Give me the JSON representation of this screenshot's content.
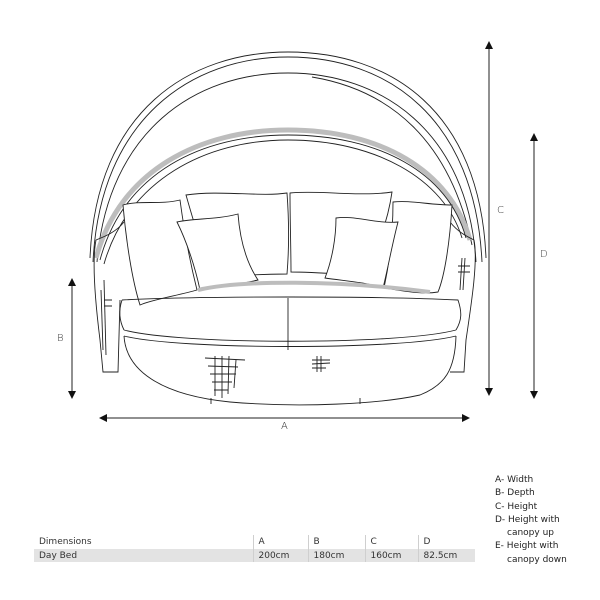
{
  "diagram": {
    "subject": "Day bed with canopy (line drawing, front elevation)",
    "dimension_labels": {
      "A": "A",
      "B": "B",
      "C": "C",
      "D": "D"
    },
    "colors": {
      "line": "#222222",
      "shadow": "#bdbdbd",
      "table_row": "#e3e3e3"
    }
  },
  "legend": {
    "items": [
      {
        "line1": "A- Width"
      },
      {
        "line1": "B- Depth"
      },
      {
        "line1": "C- Height"
      },
      {
        "line1": "D- Height with",
        "line2": "canopy up"
      },
      {
        "line1": "E- Height with",
        "line2": "canopy down"
      }
    ]
  },
  "table": {
    "header": [
      "Dimensions",
      "A",
      "B",
      "C",
      "D"
    ],
    "rows": [
      [
        "Day Bed",
        "200cm",
        "180cm",
        "160cm",
        "82.5cm"
      ]
    ]
  }
}
